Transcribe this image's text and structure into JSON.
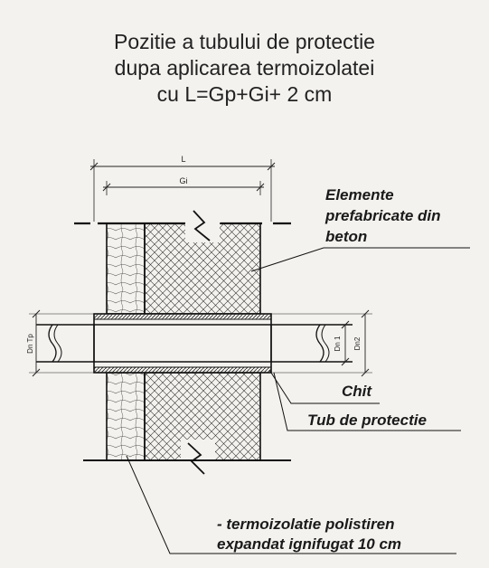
{
  "title": {
    "line1": "Pozitie a tubului de protectie",
    "line2": "dupa aplicarea termoizolatei",
    "line3": "cu L=Gp+Gi+ 2 cm"
  },
  "dimensions": {
    "L": "L",
    "Gi": "Gi",
    "dn_tp": "Dn Tp",
    "dn1": "Dn 1",
    "dn2": "Dn2"
  },
  "labels": {
    "elemente_line1": "Elemente",
    "elemente_line2": "prefabricate din",
    "elemente_line3": "beton",
    "chit": "Chit",
    "tub": "Tub de protectie",
    "termo_line1": "- termoizolatie polistiren",
    "termo_line2": "expandat ignifugat 10 cm"
  },
  "colors": {
    "ink": "#1a1a1a",
    "background": "#f4f2ee"
  }
}
